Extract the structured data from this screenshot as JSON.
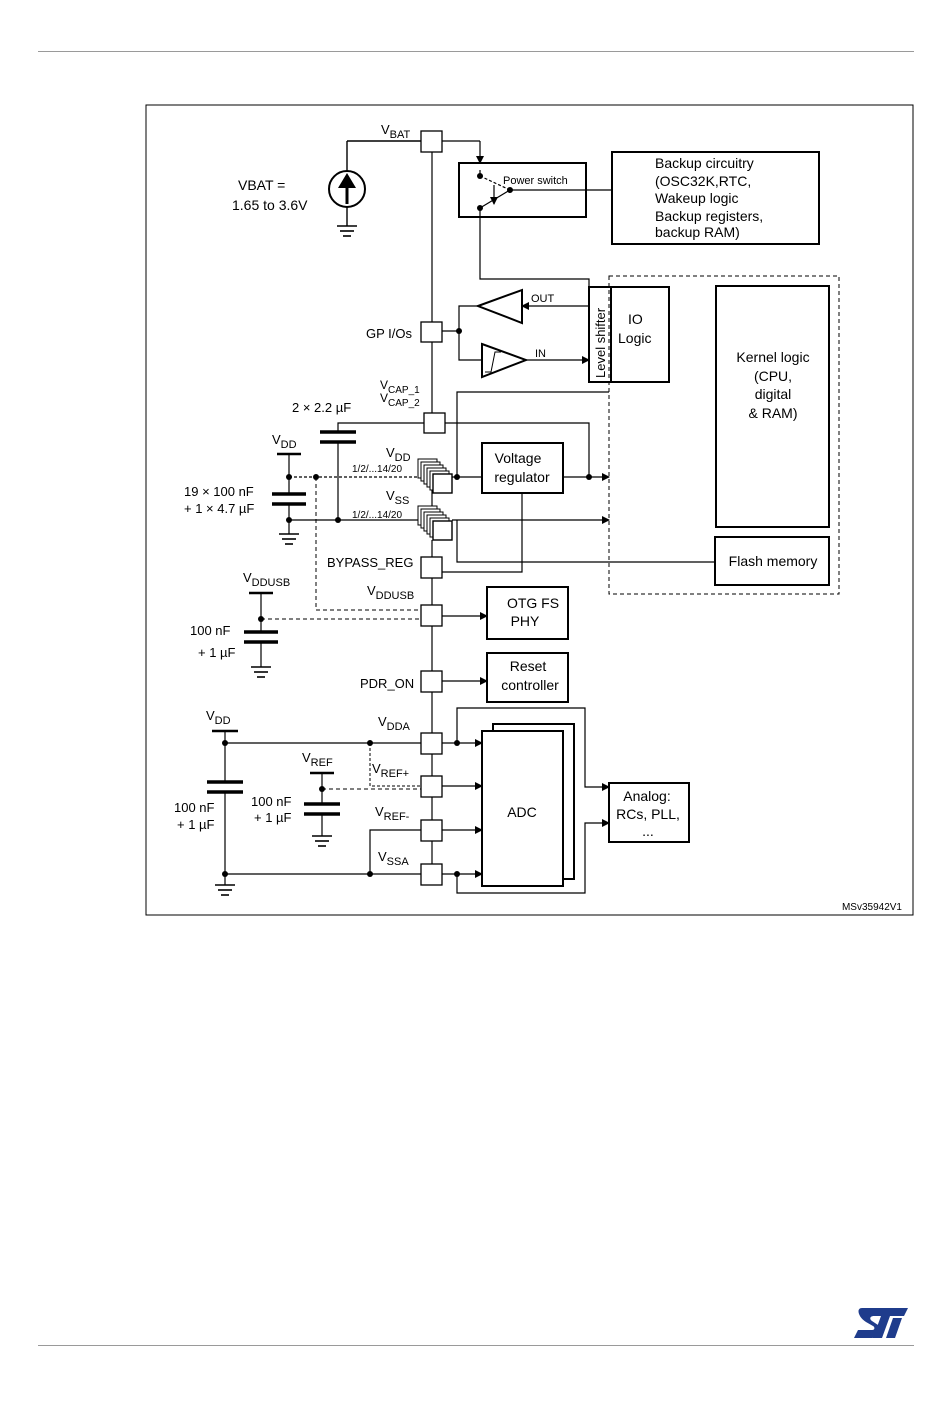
{
  "figure_id": "MSv35942V1",
  "vbat_source": {
    "line1": "VBAT =",
    "line2": "1.65 to 3.6V"
  },
  "pins": {
    "vbat": {
      "main": "V",
      "sub": "BAT"
    },
    "gpio": "GP I/Os",
    "vcap1": {
      "main": "V",
      "sub": "CAP_1"
    },
    "vcap2": {
      "main": "V",
      "sub": "CAP_2"
    },
    "vdd": {
      "main": "V",
      "sub": "DD",
      "range": "1/2/...14/20"
    },
    "vss": {
      "main": "V",
      "sub": "SS",
      "range": "1/2/...14/20"
    },
    "bypass": "BYPASS_REG",
    "vddusb": {
      "main": "V",
      "sub": "DDUSB"
    },
    "pdr": "PDR_ON",
    "vdda": {
      "main": "V",
      "sub": "DDA"
    },
    "vrefp": {
      "main": "V",
      "sub": "REF+"
    },
    "vrefm": {
      "main": "V",
      "sub": "REF-"
    },
    "vssa": {
      "main": "V",
      "sub": "SSA"
    }
  },
  "external": {
    "vdd_top": {
      "main": "V",
      "sub": "DD"
    },
    "vddusb": {
      "main": "V",
      "sub": "DDUSB"
    },
    "vdd_bottom": {
      "main": "V",
      "sub": "DD"
    },
    "vref": {
      "main": "V",
      "sub": "REF"
    },
    "cap_vcap": "2 × 2.2 µF",
    "cap_vdd_l1": "19 × 100 nF",
    "cap_vdd_l2": "+ 1 × 4.7 µF",
    "cap_usb_l1": "100 nF",
    "cap_usb_l2": "+ 1 µF",
    "cap_vdda_l1": "100 nF",
    "cap_vdda_l2": "+ 1 µF",
    "cap_vref_l1": "100 nF",
    "cap_vref_l2": "+ 1 µF"
  },
  "blocks": {
    "power_switch": "Power switch",
    "backup": [
      "Backup circuitry",
      "(OSC32K,RTC,",
      "Wakeup logic",
      "Backup registers,",
      "backup RAM)"
    ],
    "out_label": "OUT",
    "in_label": "IN",
    "level_shifter": "Level shifter",
    "io_logic": [
      "IO",
      "Logic"
    ],
    "kernel": [
      "Kernel logic",
      "(CPU,",
      "digital",
      "& RAM)"
    ],
    "regulator": [
      "Voltage",
      "regulator"
    ],
    "flash": "Flash memory",
    "otg": [
      "OTG FS",
      "PHY"
    ],
    "reset": [
      "Reset",
      "controller"
    ],
    "adc": "ADC",
    "analog": [
      "Analog:",
      "RCs, PLL,",
      "..."
    ]
  }
}
